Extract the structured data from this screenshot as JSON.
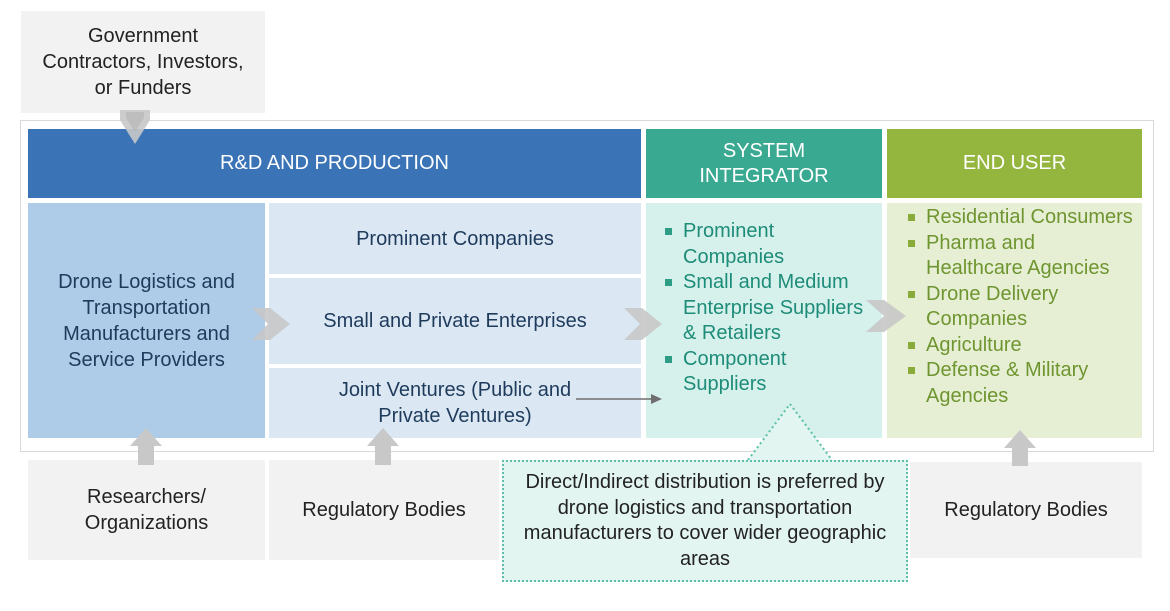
{
  "funders": "Government Contractors, Investors, or Funders",
  "headers": {
    "rd": "R&D AND PRODUCTION",
    "si": "SYSTEM INTEGRATOR",
    "eu": "END USER"
  },
  "manufacturers": "Drone Logistics and Transportation Manufacturers and Service Providers",
  "rd_segments": [
    "Prominent Companies",
    "Small and Private Enterprises",
    "Joint Ventures (Public and Private Ventures)"
  ],
  "system_integrator_items": [
    "Prominent Companies",
    "Small and Medium Enterprise Suppliers & Retailers",
    "Component Suppliers"
  ],
  "end_user_items": [
    "Residential Consumers",
    "Pharma and Healthcare Agencies",
    "Drone Delivery Companies",
    "Agriculture",
    "Defense & Military Agencies"
  ],
  "bottom": {
    "researchers": "Researchers/ Organizations",
    "regulatory_left": "Regulatory Bodies",
    "regulatory_right": "Regulatory Bodies"
  },
  "note": "Direct/Indirect distribution is preferred by drone logistics and transportation manufacturers to cover wider geographic areas",
  "colors": {
    "rd_header": "#3a73b6",
    "si_header": "#3aa992",
    "eu_header": "#94b63f",
    "arrow": "#c8c8c8"
  }
}
